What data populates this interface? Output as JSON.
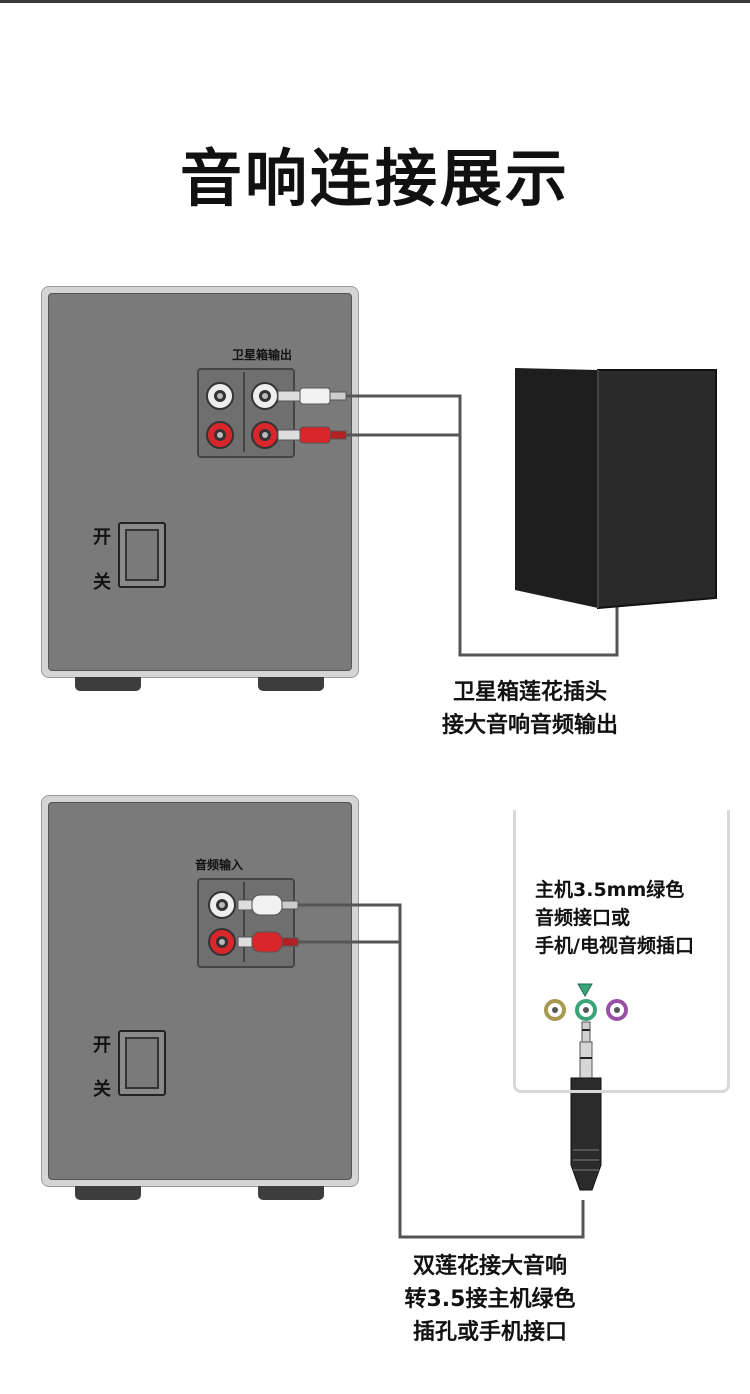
{
  "title": "音响连接展示",
  "diagram1": {
    "jack_label": "卫星箱输出",
    "switch_label_top": "开",
    "switch_label_bottom": "关",
    "caption_line1": "卫星箱莲花插头",
    "caption_line2": "接大音响音频输出"
  },
  "diagram2": {
    "jack_label": "音频输入",
    "switch_label_top": "开",
    "switch_label_bottom": "关",
    "pc_label_line1": "主机3.5mm绿色",
    "pc_label_line2": "音频接口或",
    "pc_label_line3": "手机/电视音频插口",
    "caption_line1": "双莲花接大音响",
    "caption_line2": "转3.5接主机绿色",
    "caption_line3": "插孔或手机接口"
  },
  "colors": {
    "rca_white": "#ececec",
    "rca_red": "#d8262b",
    "pc_green": "#3aa37a",
    "pc_olive": "#a89850",
    "pc_purple": "#9a4fa6"
  }
}
